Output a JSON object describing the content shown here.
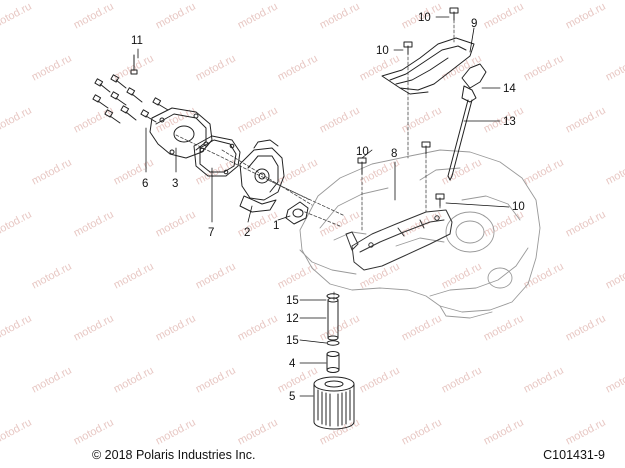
{
  "watermark": "motod.ru",
  "callouts": [
    "1",
    "2",
    "3",
    "4",
    "5",
    "6",
    "7",
    "8",
    "9",
    "10",
    "11",
    "12",
    "13",
    "14",
    "15"
  ],
  "footer": {
    "copyright": "© 2018 Polaris Industries Inc.",
    "figure_id": "C101431-9"
  }
}
